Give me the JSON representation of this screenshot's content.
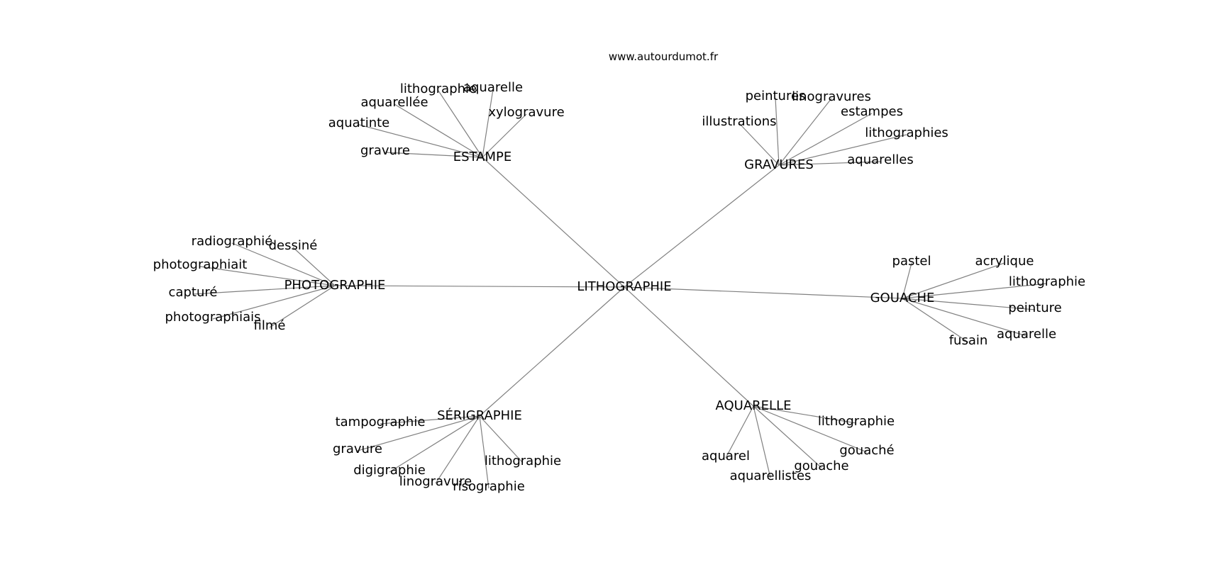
{
  "site": "www.autourdumot.fr",
  "center": "LITHOGRAPHIE",
  "groups": [
    {
      "hub": "ESTAMPE",
      "words": [
        "lithographie",
        "aquarelle",
        "xylogravure",
        "aquarellée",
        "aquatinte",
        "gravure"
      ]
    },
    {
      "hub": "GRAVURES",
      "words": [
        "peintures",
        "linogravures",
        "estampes",
        "illustrations",
        "lithographies",
        "aquarelles"
      ]
    },
    {
      "hub": "PHOTOGRAPHIE",
      "words": [
        "radiographié",
        "dessiné",
        "photographiait",
        "capturé",
        "photographiais",
        "filmé"
      ]
    },
    {
      "hub": "GOUACHE",
      "words": [
        "pastel",
        "acrylique",
        "lithographie",
        "peinture",
        "aquarelle",
        "fusain"
      ]
    },
    {
      "hub": "SÉRIGRAPHIE",
      "words": [
        "tampographie",
        "gravure",
        "digigraphie",
        "linogravure",
        "risographie",
        "lithographie"
      ]
    },
    {
      "hub": "AQUARELLE",
      "words": [
        "lithographie",
        "gouaché",
        "gouache",
        "aquarellistes",
        "aquarel"
      ]
    }
  ]
}
